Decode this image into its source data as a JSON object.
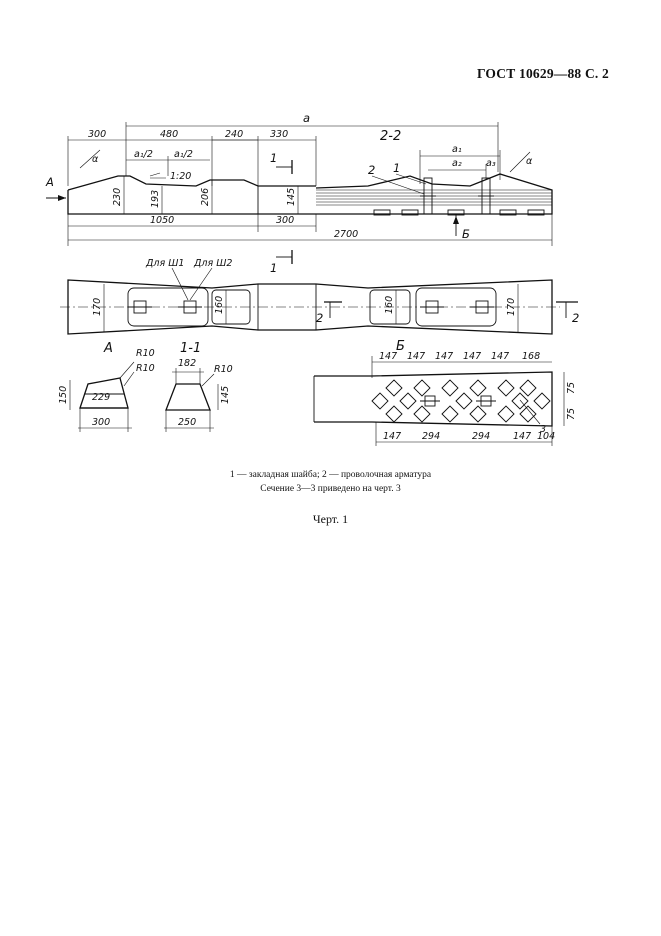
{
  "header": {
    "title": "ГОСТ 10629—88 С. 2"
  },
  "elevation": {
    "dims_top": [
      "300",
      "480",
      "240",
      "330",
      "a"
    ],
    "dims_sub": [
      "a₁/2",
      "a₁/2"
    ],
    "slope": "1:20",
    "heights": [
      "230",
      "193",
      "206",
      "145"
    ],
    "dims_bottom": [
      "1050",
      "300",
      "2700"
    ],
    "alpha": "α",
    "view_a": "A",
    "section_mark": "1"
  },
  "section22": {
    "title": "2-2",
    "dims": [
      "a₁",
      "a₂",
      "a₃"
    ],
    "callouts": [
      "2",
      "1"
    ],
    "arrow_b": "Б",
    "alpha": "α"
  },
  "plan": {
    "labels": [
      "Для Ш1",
      "Для Ш2"
    ],
    "widths": [
      "170",
      "160",
      "160",
      "170"
    ],
    "section_marks": [
      "1",
      "2",
      "2"
    ]
  },
  "viewA": {
    "title": "A",
    "radii": [
      "R10",
      "R10"
    ],
    "dims": [
      "150",
      "229",
      "300"
    ]
  },
  "section11": {
    "title": "1-1",
    "radius": "R10",
    "dims": [
      "182",
      "145",
      "250"
    ]
  },
  "viewB": {
    "title": "Б",
    "top_dims": [
      "147",
      "147",
      "147",
      "147",
      "147",
      "168"
    ],
    "bottom_dims": [
      "147",
      "294",
      "294",
      "147",
      "104"
    ],
    "side_dims": [
      "75",
      "75"
    ],
    "callout": "3"
  },
  "legend": {
    "line1": "1 — закладная шайба; 2 — проволочная арматура",
    "line2": "Сечение 3—3 приведено на черт. 3"
  },
  "figure": {
    "caption": "Черт. 1"
  }
}
